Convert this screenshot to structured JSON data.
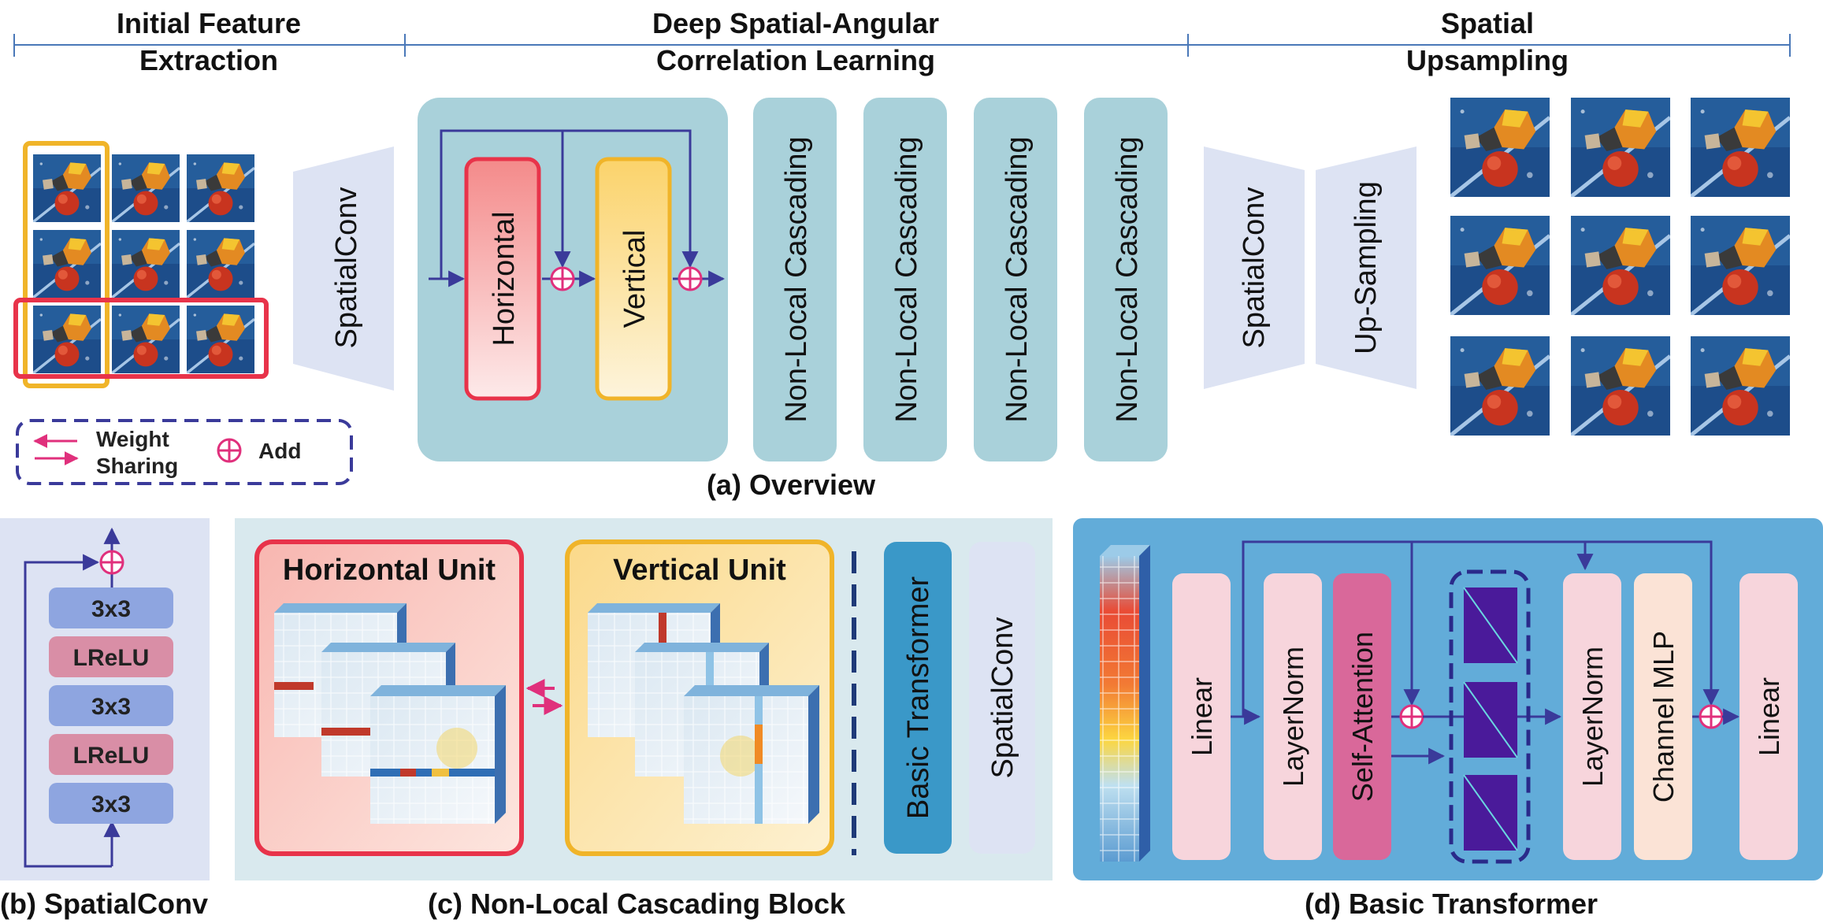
{
  "header": {
    "stage1_line1": "Initial Feature",
    "stage1_line2": "Extraction",
    "stage2_line1": "Deep Spatial-Angular",
    "stage2_line2": "Correlation Learning",
    "stage3_line1": "Spatial",
    "stage3_line2": "Upsampling"
  },
  "overview": {
    "spatialconv_in": "SpatialConv",
    "horizontal": "Horizontal",
    "vertical": "Vertical",
    "nonlocal_blocks": [
      "Non-Local Cascading",
      "Non-Local Cascading",
      "Non-Local Cascading",
      "Non-Local Cascading"
    ],
    "spatialconv_out": "SpatialConv",
    "upsampling": "Up-Sampling",
    "caption": "(a) Overview"
  },
  "legend": {
    "weight_line1": "Weight",
    "weight_line2": "Sharing",
    "add": "Add"
  },
  "spatialconv_panel": {
    "layers": [
      "3x3",
      "LReLU",
      "3x3",
      "LReLU",
      "3x3"
    ],
    "caption": "(b) SpatialConv"
  },
  "nonlocal_panel": {
    "horizontal_unit": "Horizontal Unit",
    "vertical_unit": "Vertical Unit",
    "basic_transformer": "Basic Transformer",
    "spatialconv": "SpatialConv",
    "caption": "(c) Non-Local Cascading Block"
  },
  "transformer_panel": {
    "linear_in": "Linear",
    "layernorm_1": "LayerNorm",
    "self_attention": "Self-Attention",
    "layernorm_2": "LayerNorm",
    "channel_mlp": "Channel MLP",
    "linear_out": "Linear",
    "caption": "(d) Basic Transformer"
  },
  "colors": {
    "header_line": "#4a78b8",
    "panel_teal": "#a9d1da",
    "light_panel": "#d9e9ee",
    "lavender_panel": "#dde3f3",
    "blue_panel": "#62acd9",
    "horizontal_red": "#e8334a",
    "vertical_orange": "#f0b429",
    "arrow_navy": "#3a3a9a",
    "add_pink": "#e0307c",
    "conv_blue": "#8ea5e0",
    "lrelu_pink": "#d98ea6",
    "layernorm_pink": "#f7d5dc",
    "selfattn_magenta": "#d9689a",
    "mlp_peach": "#fbe3d6",
    "transformer_blue": "#3a98c8"
  }
}
